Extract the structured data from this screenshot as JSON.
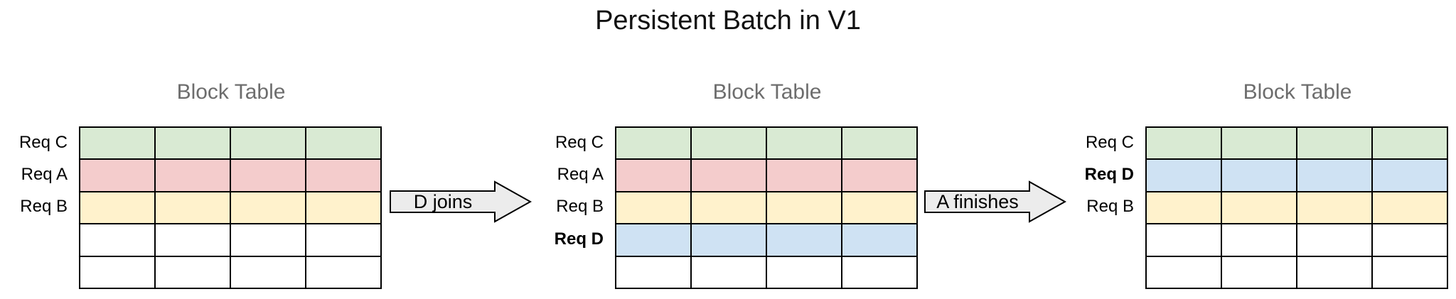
{
  "title": "Persistent Batch in V1",
  "columns": 4,
  "colors": {
    "green": "#d9ead3",
    "red": "#f4cccc",
    "yellow": "#fff2cc",
    "blue": "#cfe2f3",
    "white": "#ffffff",
    "border": "#000000",
    "heading_text": "#6d6d6d",
    "arrow_fill": "#ececec"
  },
  "tables": [
    {
      "heading": "Block Table",
      "rows": [
        {
          "label": "Req C",
          "bold": false,
          "color": "green"
        },
        {
          "label": "Req A",
          "bold": false,
          "color": "red"
        },
        {
          "label": "Req B",
          "bold": false,
          "color": "yellow"
        },
        {
          "label": "",
          "bold": false,
          "color": "white"
        },
        {
          "label": "",
          "bold": false,
          "color": "white"
        }
      ]
    },
    {
      "heading": "Block Table",
      "rows": [
        {
          "label": "Req C",
          "bold": false,
          "color": "green"
        },
        {
          "label": "Req A",
          "bold": false,
          "color": "red"
        },
        {
          "label": "Req B",
          "bold": false,
          "color": "yellow"
        },
        {
          "label": "Req D",
          "bold": true,
          "color": "blue"
        },
        {
          "label": "",
          "bold": false,
          "color": "white"
        }
      ]
    },
    {
      "heading": "Block Table",
      "rows": [
        {
          "label": "Req C",
          "bold": false,
          "color": "green"
        },
        {
          "label": "Req D",
          "bold": true,
          "color": "blue"
        },
        {
          "label": "Req B",
          "bold": false,
          "color": "yellow"
        },
        {
          "label": "",
          "bold": false,
          "color": "white"
        },
        {
          "label": "",
          "bold": false,
          "color": "white"
        }
      ]
    }
  ],
  "arrows": [
    {
      "label": "D joins"
    },
    {
      "label": "A finishes"
    }
  ]
}
